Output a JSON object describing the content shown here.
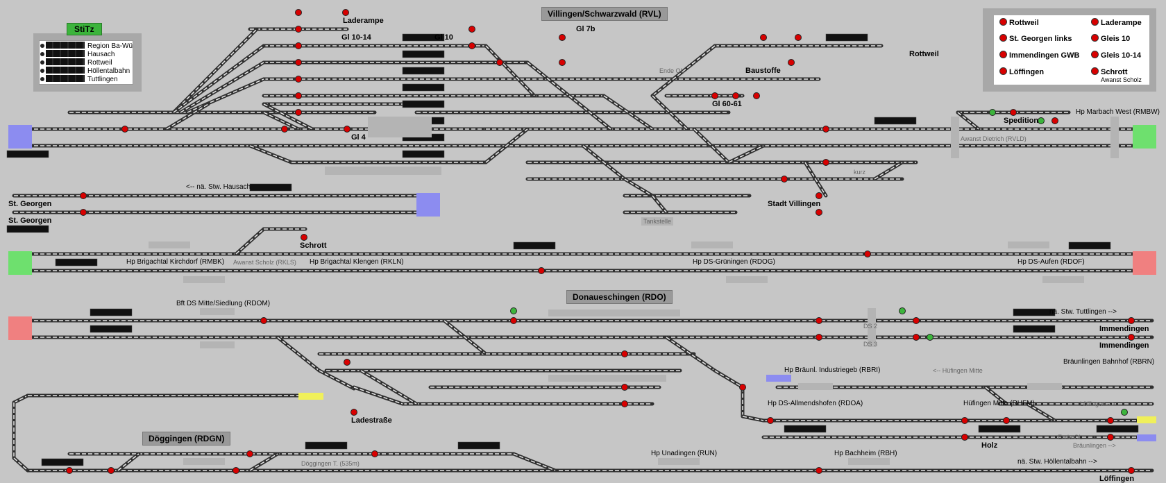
{
  "stations": {
    "villingen": "Villingen/Schwarzwald (RVL)",
    "donaueschingen": "Donaueschingen (RDO)",
    "doeggingen": "Döggingen (RDGN)"
  },
  "stitz": {
    "title": "StiTz",
    "rows": [
      "Region Ba-Wü",
      "Hausach",
      "Rottweil",
      "Höllentalbahn",
      "Tuttlingen"
    ]
  },
  "legend": {
    "items": [
      "Rottweil",
      "Laderampe",
      "St. Georgen links",
      "Gleis 10",
      "Immendingen GWB",
      "Gleis 10-14",
      "Löffingen",
      "Schrott"
    ],
    "sub": "Awanst Scholz"
  },
  "labels": {
    "laderampe": "Laderampe",
    "gl1014": "Gl 10-14",
    "gl10": "Gl 10",
    "gl7b": "Gl 7b",
    "rottweil": "Rottweil",
    "endeol_top": "Ende OL",
    "baustoffe": "Baustoffe",
    "gl6061": "Gl 60-61",
    "gl4": "Gl 4",
    "spedition": "Spedition",
    "hp_marbach": "Hp Marbach West (RMBW)",
    "awanst_dietrich": "Awanst Dietrich (RVLD)",
    "stgeorgen1": "St. Georgen",
    "stgeorgen2": "St. Georgen",
    "hausach": "<-- nä. Stw. Hausach",
    "kurz": "kurz",
    "stadt_villingen": "Stadt Villingen",
    "tankstelle": "Tankstelle",
    "schrott": "Schrott",
    "hp_kirchdorf": "Hp Brigachtal Kirchdorf (RMBK)",
    "awanst_scholz": "Awanst Scholz (RKLS)",
    "hp_klengen": "Hp Brigachtal Klengen (RKLN)",
    "hp_gruningen": "Hp DS-Grüningen (RDOG)",
    "hp_aufen": "Hp DS-Aufen (RDOF)",
    "bft_ds": "Bft DS Mitte/Siedlung (RDOM)",
    "tuttlingen": "nä. Stw. Tuttlingen -->",
    "immendingen1": "Immendingen",
    "immendingen2": "Immendingen",
    "hp_braeunl": "Hp Bräunl. Industriegeb (RBRI)",
    "huefingen_mitte": "<-- Hüfingen Mitte",
    "braeunlingen_bf": "Bräunlingen Bahnhof (RBRN)",
    "ladestrasse": "Ladestraße",
    "hp_allmendshofen": "Hp DS-Allmendshofen (RDOA)",
    "huefingen_mitte2": "Hüfingen Mitte (RHFM)",
    "loeffingen_arrow": "Löffingen -->",
    "holz": "Holz",
    "endeol_bot": "Ende OL",
    "braeunlingen_arrow": "Bräunlingen -->",
    "hp_unadingen": "Hp Unadingen (RUN)",
    "hp_bachheim": "Hp Bachheim (RBH)",
    "doeggingen_t": "Döggingen T. (535m)",
    "hoellentalbahn": "nä. Stw. Höllentalbahn -->",
    "loeffingen": "Löffingen",
    "ds_2": "DS 2",
    "ds_3": "DS 3"
  },
  "colors": {
    "background": "#c6c6c6",
    "track": "#303030",
    "track_light": "#e8e8e8",
    "signal_red": "#d80000",
    "signal_green": "#3cb43c",
    "zone_green": "#6ee06e",
    "zone_blue": "#8c8cf0",
    "zone_red": "#f08080",
    "zone_yellow": "#f0f05a"
  }
}
